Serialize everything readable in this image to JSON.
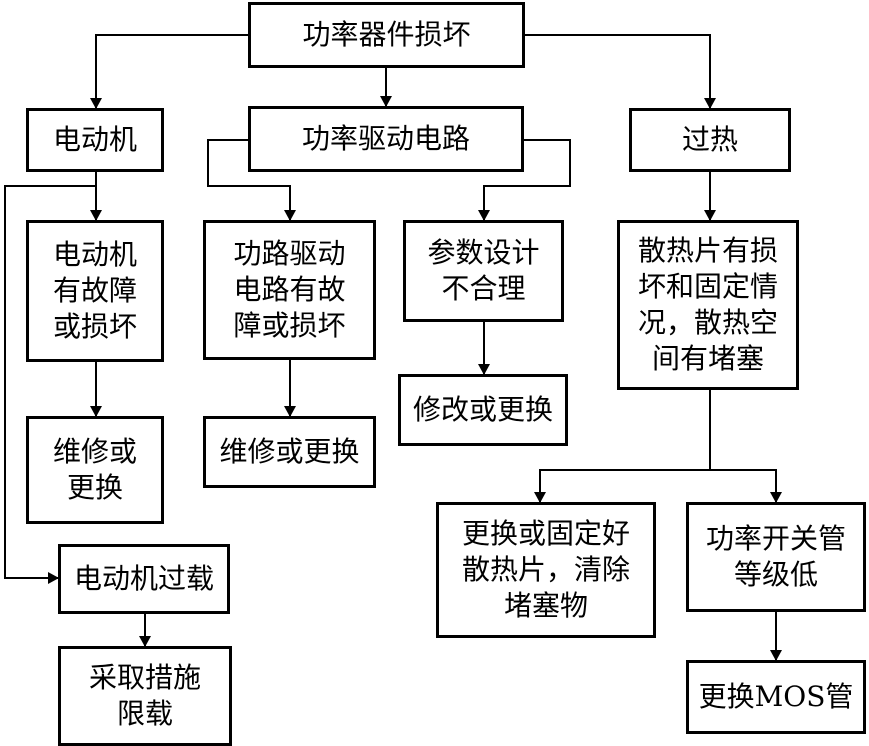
{
  "nodes": {
    "root": "功率器件损坏",
    "motor": "电动机",
    "drive": "功率驱动电路",
    "overheat": "过热",
    "motor_fault": "电动机\n有故障\n或损坏",
    "drive_fault": "功路驱动\n电路有故\n障或损坏",
    "param": "参数设计\n不合理",
    "heatsink": "散热片有损\n坏和固定情\n况，散热空\n间有堵塞",
    "repair1": "维修或\n更换",
    "repair2": "维修或更换",
    "modify": "修改或更换",
    "fix_heatsink": "更换或固定好\n散热片，清除\n堵塞物",
    "low_grade": "功率开关管\n等级低",
    "motor_overload": "电动机过载",
    "replace_mos": "更换MOS管",
    "limit_load": "采取措施\n限载"
  }
}
